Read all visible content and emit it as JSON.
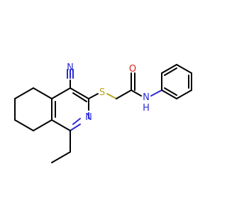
{
  "atoms": {
    "nitrile_n": {
      "text": "N",
      "color": "#2b2bd6"
    },
    "thioether_s": {
      "text": "S",
      "color": "#b5a520"
    },
    "carbonyl_o": {
      "text": "O",
      "color": "#e0201b"
    },
    "ring_n": {
      "text": "N",
      "color": "#2b2bd6"
    },
    "amide_nh": {
      "text": "H\nN",
      "color": "#2b2bd6",
      "line1": "N",
      "line2": "H"
    }
  },
  "colors": {
    "bond": "#000000",
    "nitrogen": "#2b2bd6",
    "oxygen": "#e0201b",
    "sulfur": "#b5a520",
    "background": "#ffffff"
  }
}
